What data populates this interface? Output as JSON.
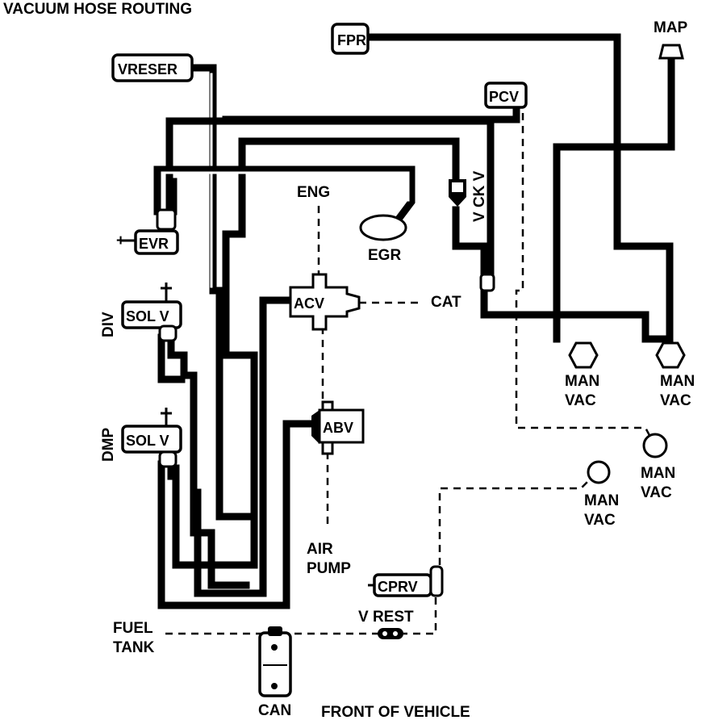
{
  "title": "VACUUM HOSE ROUTING",
  "components": {
    "fpr": "FPR",
    "map": "MAP",
    "vreser": "VRESER",
    "pcv": "PCV",
    "evr": "EVR",
    "eng": "ENG",
    "egr": "EGR",
    "vckv": "V CK V",
    "acv": "ACV",
    "cat": "CAT",
    "div": "DIV",
    "solv_div": "SOL V",
    "dmp": "DMP",
    "solv_dmp": "SOL V",
    "abv": "ABV",
    "air": "AIR",
    "pump": "PUMP",
    "cprv": "CPRV",
    "vrest": "V REST",
    "fuel": "FUEL",
    "tank": "TANK",
    "can": "CAN",
    "front": "FRONT OF VEHICLE"
  },
  "manvac": [
    {
      "line1": "MAN",
      "line2": "VAC"
    },
    {
      "line1": "MAN",
      "line2": "VAC"
    },
    {
      "line1": "MAN",
      "line2": "VAC"
    },
    {
      "line1": "MAN",
      "line2": "VAC"
    }
  ]
}
